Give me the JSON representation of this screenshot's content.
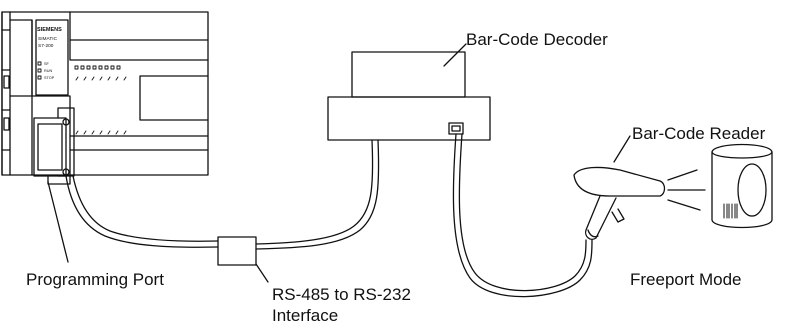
{
  "plc": {
    "brand": "SIEMENS",
    "product_line": "SIMATIC",
    "model": "S7-200",
    "leds": [
      "SF",
      "RUN",
      "STOP"
    ]
  },
  "labels": {
    "decoder": "Bar-Code Decoder",
    "reader": "Bar-Code Reader",
    "programming_port": "Programming Port",
    "interface_line1": "RS-485 to RS-232",
    "interface_line2": "Interface",
    "mode": "Freeport Mode"
  }
}
